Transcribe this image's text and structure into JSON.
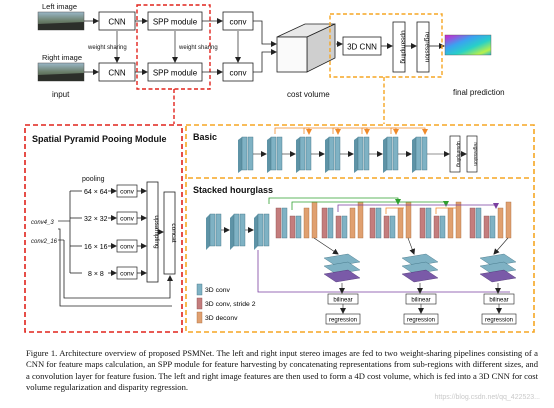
{
  "top": {
    "left_image_label": "Left image",
    "right_image_label": "Right image",
    "input_label": "input",
    "cnn_label": "CNN",
    "weight_sharing_1": "weight sharing",
    "spp_module_label": "SPP module",
    "weight_sharing_2": "weight sharing",
    "conv_label": "conv",
    "cost_volume_label": "cost volume",
    "cnn3d_label": "3D CNN",
    "upsampling_label": "upsampling",
    "regression_label": "regression",
    "final_prediction_label": "final prediction"
  },
  "spp": {
    "title": "Spatial Pyramid Pooing Module",
    "pooling_label": "pooling",
    "scales": [
      "64 × 64",
      "32 × 32",
      "16 × 16",
      "8 × 8"
    ],
    "conv_label": "conv",
    "upsampling_label": "upsampling",
    "concat_label": "concat",
    "conv4_3": "conv4_3",
    "conv2_16": "conv2_16"
  },
  "basic": {
    "title": "Basic",
    "upsampling_label": "upsampling",
    "regression_label": "regression"
  },
  "hourglass": {
    "title": "Stacked hourglass",
    "bilinear_label": "bilinear",
    "regression_label": "regression"
  },
  "legend": {
    "items": [
      "3D conv",
      "3D conv, stride 2",
      "3D deconv"
    ]
  },
  "colors": {
    "red_dash": "#e0231c",
    "orange_dash": "#f5a623",
    "conv3d": "#7fb2c4",
    "conv3d_stride2": "#c47d7d",
    "deconv3d": "#e0a070",
    "arrow_green": "#2ea02e",
    "arrow_purple": "#7a3fa0",
    "arrow_orange": "#f08a2a"
  },
  "caption": "Figure 1. Architecture overview of proposed PSMNet.  The left and right input stereo images are fed to two weight-sharing pipelines consisting of a CNN for feature maps calculation, an SPP module for feature harvesting by concatenating representations from sub-regions with different sizes, and a convolution layer for feature fusion.  The left and right image features are then used to form a 4D cost volume, which is fed into a 3D CNN for cost volume regularization and disparity regression.",
  "watermark": "https://blog.csdn.net/qq_422523..."
}
